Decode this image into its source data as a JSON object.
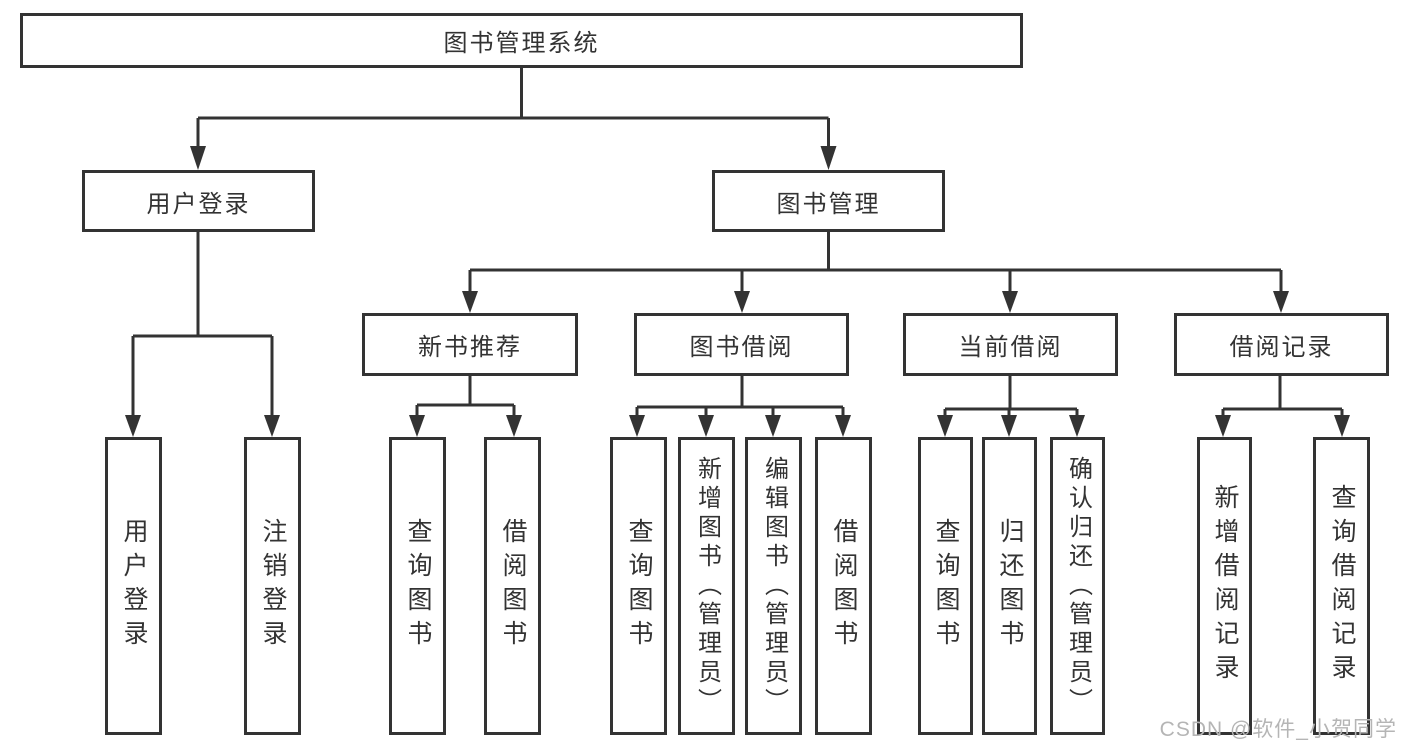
{
  "diagram": {
    "type": "tree",
    "title": "图书管理系统",
    "root": {
      "label": "图书管理系统"
    },
    "level2": [
      {
        "id": "user-login",
        "label": "用户登录",
        "parent": "图书管理系统"
      },
      {
        "id": "book-management",
        "label": "图书管理",
        "parent": "图书管理系统"
      }
    ],
    "level3": [
      {
        "id": "new-book-recommend",
        "label": "新书推荐",
        "parent": "图书管理"
      },
      {
        "id": "book-borrow",
        "label": "图书借阅",
        "parent": "图书管理"
      },
      {
        "id": "current-borrow",
        "label": "当前借阅",
        "parent": "图书管理"
      },
      {
        "id": "borrow-records",
        "label": "借阅记录",
        "parent": "图书管理"
      }
    ],
    "leaves": [
      {
        "label": "用户登录",
        "parent": "用户登录"
      },
      {
        "label": "注销登录",
        "parent": "用户登录"
      },
      {
        "label": "查询图书",
        "parent": "新书推荐"
      },
      {
        "label": "借阅图书",
        "parent": "新书推荐"
      },
      {
        "label": "查询图书",
        "parent": "图书借阅"
      },
      {
        "label": "新增图书（管理员）",
        "parent": "图书借阅"
      },
      {
        "label": "编辑图书（管理员）",
        "parent": "图书借阅"
      },
      {
        "label": "借阅图书",
        "parent": "图书借阅"
      },
      {
        "label": "查询图书",
        "parent": "当前借阅"
      },
      {
        "label": "归还图书",
        "parent": "当前借阅"
      },
      {
        "label": "确认归还（管理员）",
        "parent": "当前借阅"
      },
      {
        "label": "新增借阅记录",
        "parent": "借阅记录"
      },
      {
        "label": "查询借阅记录",
        "parent": "借阅记录"
      }
    ],
    "colors": {
      "line": "#333333",
      "text": "#333333",
      "box_background": "#ffffff",
      "page_background": "#ffffff",
      "watermark": "#b5b5b5"
    }
  },
  "watermark": {
    "text": "CSDN @软件_小贺同学"
  }
}
